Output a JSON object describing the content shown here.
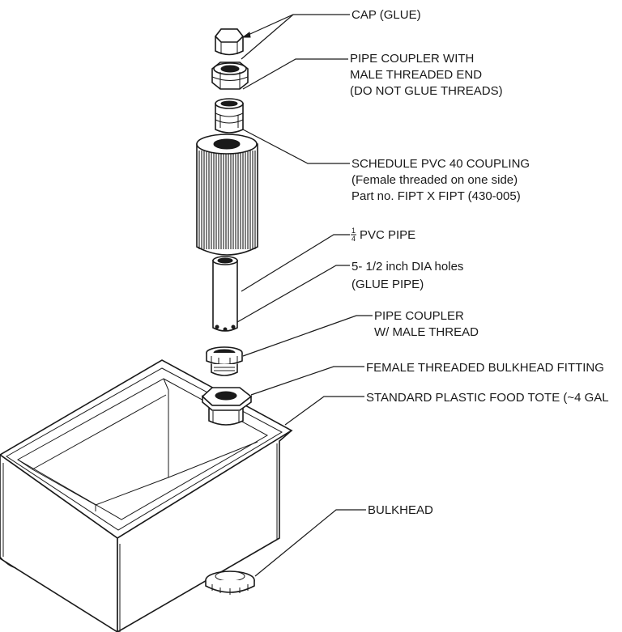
{
  "labels": {
    "cap": "CAP (GLUE)",
    "pipe_coupler_male_1": "PIPE COUPLER WITH",
    "pipe_coupler_male_2": "MALE THREADED END",
    "pipe_coupler_male_3": "(DO NOT GLUE THREADS)",
    "coupling_1": "SCHEDULE PVC 40 COUPLING",
    "coupling_2": "(Female threaded on one side)",
    "coupling_3": "Part no. FIPT X FIPT (430-005)",
    "pvc_pipe_frac_num": "1",
    "pvc_pipe_frac_den": "4",
    "pvc_pipe": "PVC PIPE",
    "holes_1": "5- 1/2 inch DIA holes",
    "holes_2": "(GLUE PIPE)",
    "pipe_coupler_2_1": "PIPE COUPLER",
    "pipe_coupler_2_2": "W/ MALE THREAD",
    "bulkhead_fitting": "FEMALE THREADED BULKHEAD FITTING",
    "tote": "STANDARD PLASTIC FOOD TOTE (~4 GAL",
    "bulkhead": "BULKHEAD"
  }
}
